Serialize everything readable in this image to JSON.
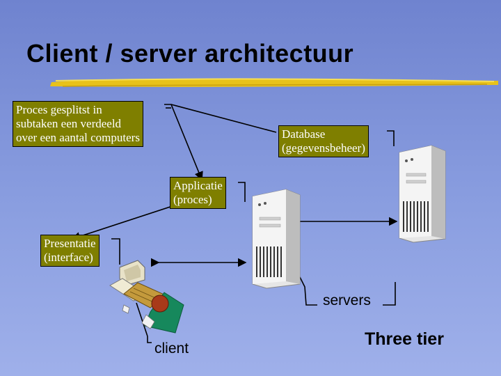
{
  "title": "Client / server architectuur",
  "notes": {
    "process_split": [
      "Proces gesplitst in",
      "subtaken een verdeeld",
      "over een aantal computers"
    ],
    "database": [
      "Database",
      "(gegevensbeheer)"
    ],
    "application": [
      "Applicatie",
      "(proces)"
    ],
    "presentation": [
      "Presentatie",
      "(interface)"
    ]
  },
  "labels": {
    "servers": "servers",
    "client": "client",
    "three_tier": "Three tier"
  },
  "colors": {
    "background": "#7b8fd8",
    "callout_fill": "#7f7f00",
    "callout_text": "#ffffff",
    "title_underline": "#e8c21a"
  },
  "icons": [
    "server-tower-icon",
    "client-workstation-icon"
  ]
}
